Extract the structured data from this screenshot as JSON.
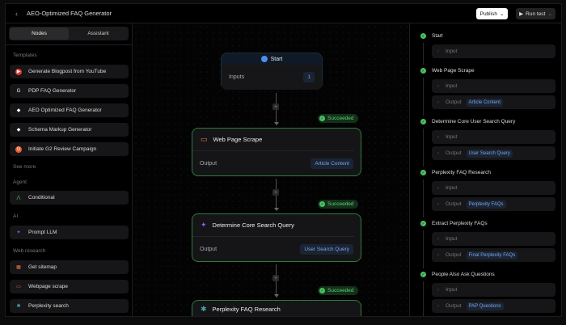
{
  "header": {
    "title": "AEO-Optimized FAQ Generator",
    "publish_label": "Publish",
    "run_test_label": "Run test"
  },
  "sidebar": {
    "tabs": [
      {
        "label": "Nodes",
        "active": true
      },
      {
        "label": "Assistant",
        "active": false
      }
    ],
    "templates_label": "Templates",
    "templates": [
      {
        "label": "Generate Blogpost from YouTube",
        "icon": "youtube-icon",
        "color": "#e5322d"
      },
      {
        "label": "PDP FAQ Generator",
        "icon": "google-icon",
        "color": "#ffffff"
      },
      {
        "label": "AEO Optimized FAQ Generator",
        "icon": "logo-icon",
        "color": "#ffffff"
      },
      {
        "label": "Schema Markup Generator",
        "icon": "logo-icon",
        "color": "#ffffff"
      },
      {
        "label": "Initiate G2 Review Campaign",
        "icon": "g2-icon",
        "color": "#ee5a2b"
      }
    ],
    "see_more": "See more",
    "agent_label": "Agent",
    "agent": [
      {
        "label": "Conditional",
        "icon": "branch-icon",
        "color": "#4cc163"
      }
    ],
    "ai_label": "AI",
    "ai": [
      {
        "label": "Prompt LLM",
        "icon": "sparkle-icon",
        "color": "#8b5cf6"
      }
    ],
    "web_label": "Web research",
    "web": [
      {
        "label": "Get sitemap",
        "icon": "map-icon",
        "color": "#f0784a"
      },
      {
        "label": "Webpage scrape",
        "icon": "monitor-icon",
        "color": "#f0784a"
      },
      {
        "label": "Perplexity search",
        "icon": "perplexity-icon",
        "color": "#4aa3a8"
      }
    ]
  },
  "canvas": {
    "start": {
      "title": "Start",
      "inputs_label": "Inputs",
      "inputs_count": "1"
    },
    "nodes": [
      {
        "title": "Web Page Scrape",
        "status": "Succeeded",
        "output_label": "Output",
        "output": "Article Content",
        "icon": "monitor-icon"
      },
      {
        "title": "Determine Core Search Query",
        "status": "Succeeded",
        "output_label": "Output",
        "output": "User Search Query",
        "icon": "sparkle-icon"
      },
      {
        "title": "Perplexity FAQ Research",
        "status": "Succeeded",
        "icon": "perplexity-icon"
      }
    ]
  },
  "run_panel": {
    "input_label": "Input",
    "output_label": "Output",
    "steps": [
      {
        "name": "Start"
      },
      {
        "name": "Web Page Scrape",
        "output": "Article Content"
      },
      {
        "name": "Determine Core User Search Query",
        "output": "User Search Query"
      },
      {
        "name": "Perplexity FAQ Research",
        "output": "Perplexity FAQs"
      },
      {
        "name": "Extract Perplexity FAQs",
        "output": "Final Perplexity FAQs"
      },
      {
        "name": "People Also Ask Questions",
        "output": "PAP Questions"
      }
    ]
  },
  "colors": {
    "success": "#4cc163",
    "accent_tag": "#7aa5e8"
  }
}
